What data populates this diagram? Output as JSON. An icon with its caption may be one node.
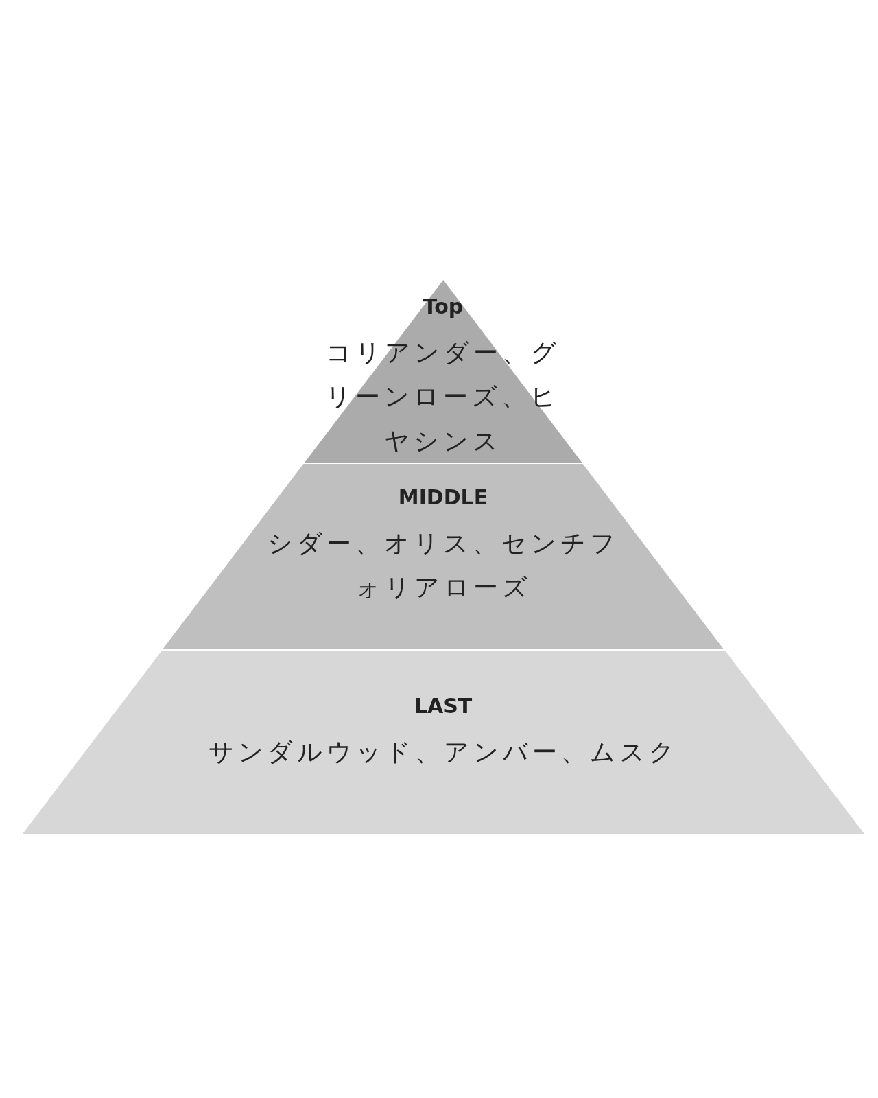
{
  "diagram": {
    "nodes": [
      {
        "text": [
          "Top",
          "コリアンダー、グリーンローズ、ヒヤシンス"
        ]
      },
      {
        "text": [
          "MIDDLE",
          "シダー、オリス、センチフォリアローズ"
        ]
      },
      {
        "text": [
          "LAST",
          "サンダルウッド、アンバー、ムスク"
        ]
      }
    ]
  }
}
